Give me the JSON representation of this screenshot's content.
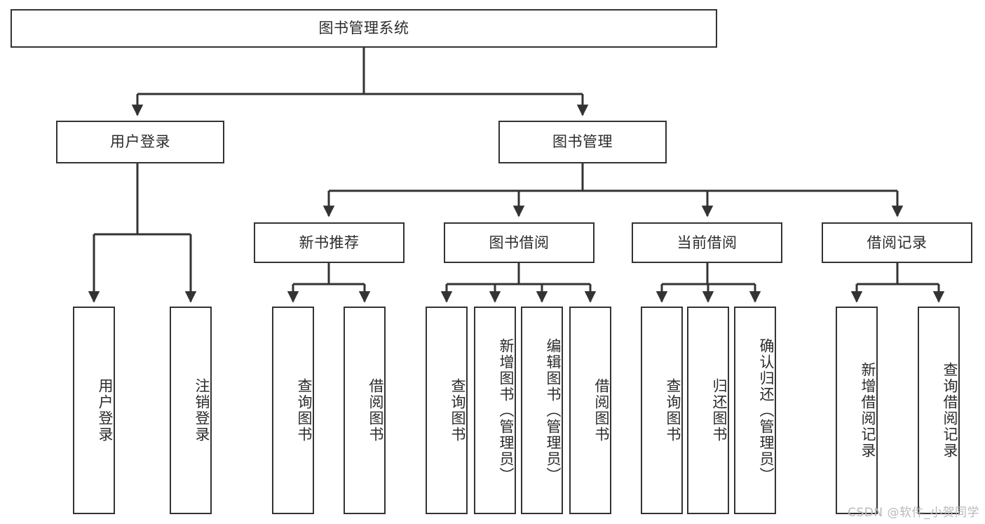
{
  "diagram": {
    "title": "图书管理系统",
    "type": "tree-hierarchy-functional-decomposition",
    "root": {
      "id": "root",
      "label": "图书管理系统"
    },
    "level2": [
      {
        "id": "user-login",
        "label": "用户登录"
      },
      {
        "id": "book-management",
        "label": "图书管理"
      }
    ],
    "level3": [
      {
        "id": "new-book-recommend",
        "label": "新书推荐",
        "parent": "book-management"
      },
      {
        "id": "book-borrow",
        "label": "图书借阅",
        "parent": "book-management"
      },
      {
        "id": "current-borrow",
        "label": "当前借阅",
        "parent": "book-management"
      },
      {
        "id": "borrow-record",
        "label": "借阅记录",
        "parent": "book-management"
      }
    ],
    "leaves": {
      "user-login": [
        {
          "id": "leaf-user-login",
          "label": "用户登录"
        },
        {
          "id": "leaf-logout-login",
          "label": "注销登录"
        }
      ],
      "new-book-recommend": [
        {
          "id": "leaf-query-book-1",
          "label": "查询图书"
        },
        {
          "id": "leaf-borrow-book-1",
          "label": "借阅图书"
        }
      ],
      "book-borrow": [
        {
          "id": "leaf-query-book-2",
          "label": "查询图书"
        },
        {
          "id": "leaf-add-book",
          "label": "新增图书（管理员）"
        },
        {
          "id": "leaf-edit-book",
          "label": "编辑图书（管理员）"
        },
        {
          "id": "leaf-borrow-book-2",
          "label": "借阅图书"
        }
      ],
      "current-borrow": [
        {
          "id": "leaf-query-book-3",
          "label": "查询图书"
        },
        {
          "id": "leaf-return-book",
          "label": "归还图书"
        },
        {
          "id": "leaf-confirm-return",
          "label": "确认归还（管理员）"
        }
      ],
      "borrow-record": [
        {
          "id": "leaf-add-borrow-record",
          "label": "新增借阅记录"
        },
        {
          "id": "leaf-query-borrow-record",
          "label": "查询借阅记录"
        }
      ]
    }
  },
  "watermark": {
    "text": "CSDN @软件_小贺同学"
  },
  "colors": {
    "stroke": "#333333",
    "fill": "#ffffff",
    "text": "#2b2b2b",
    "watermark": "#b9b9b9"
  }
}
